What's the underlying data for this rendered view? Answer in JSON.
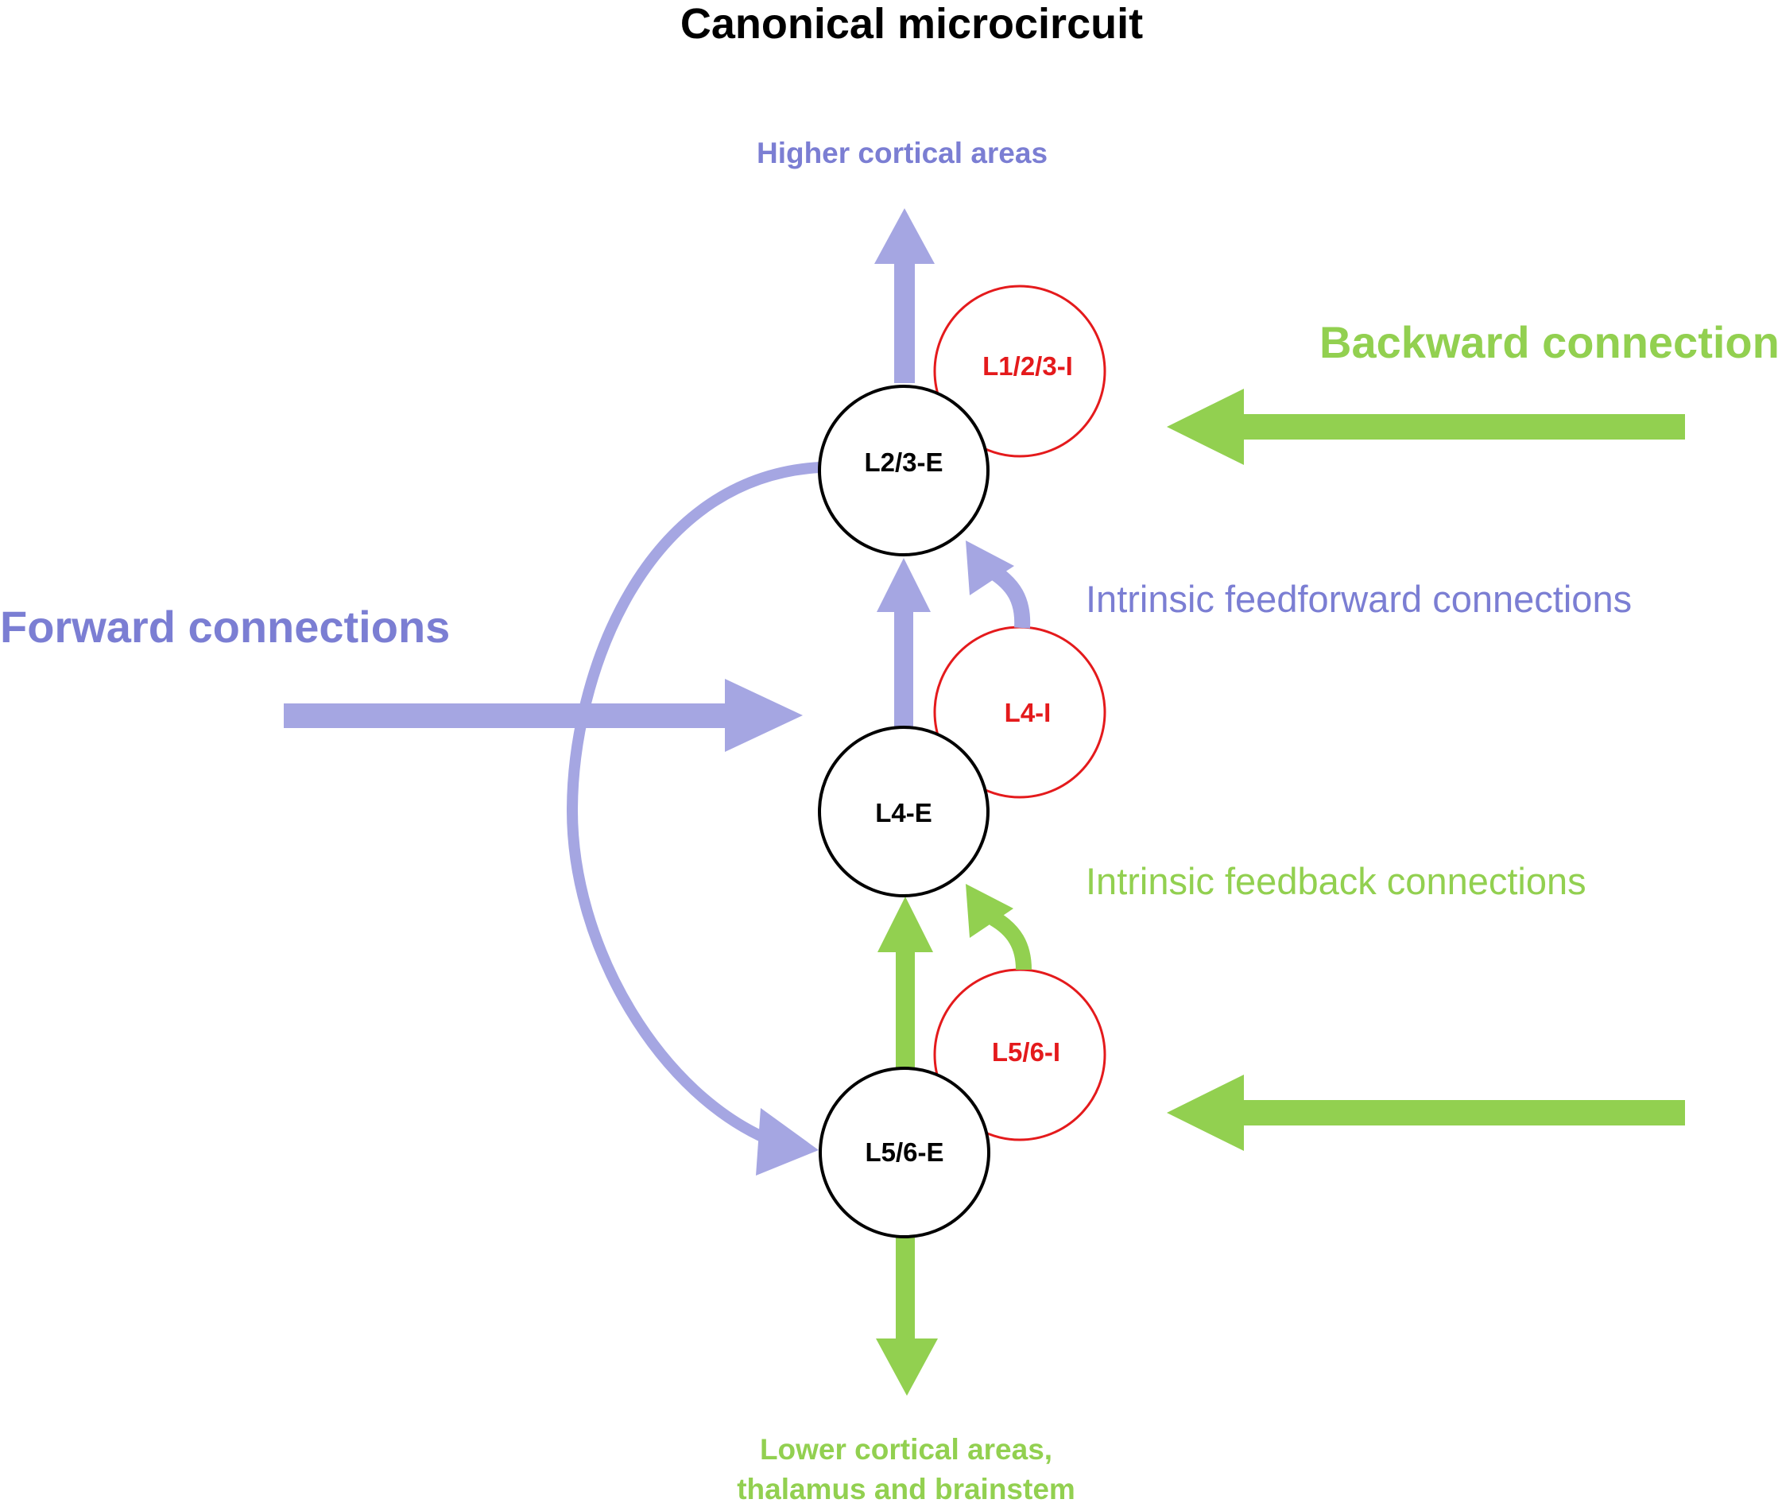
{
  "title": "Canonical microcircuit",
  "labels": {
    "forward": "Forward connections",
    "backward": "Backward connections",
    "higher": "Higher cortical areas",
    "lower_line1": "Lower cortical areas,",
    "lower_line2": "thalamus and brainstem",
    "intrinsic_ff": "Intrinsic feedforward connections",
    "intrinsic_fb": "Intrinsic feedback connections"
  },
  "nodes": {
    "l23e": "L2/3-E",
    "l4e": "L4-E",
    "l56e": "L5/6-E",
    "l123i": "L1/2/3-I",
    "l4i": "L4-I",
    "l56i": "L5/6-I"
  },
  "colors": {
    "forward": "#a5a6e2",
    "forward_text": "#7b7ed3",
    "backward": "#92d050",
    "backward_text": "#92d050",
    "inhibitory": "#e41a1c",
    "excitatory": "#000000",
    "title": "#000000"
  }
}
